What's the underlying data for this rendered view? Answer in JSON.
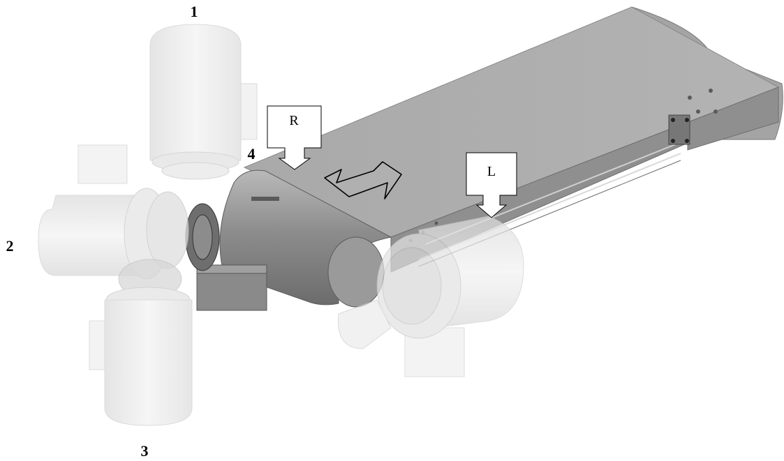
{
  "labels": {
    "motor_1": "1",
    "motor_2": "2",
    "motor_3": "3",
    "position_4": "4",
    "arrow_r": "R",
    "arrow_l": "L"
  },
  "colors": {
    "belt_top": "#aaaaaa",
    "belt_side": "#8e8e8e",
    "belt_end": "#9c9c9c",
    "ghost_motor": "#e9e9e9",
    "ghost_stroke": "#cfcfcf",
    "outline": "#000000"
  }
}
